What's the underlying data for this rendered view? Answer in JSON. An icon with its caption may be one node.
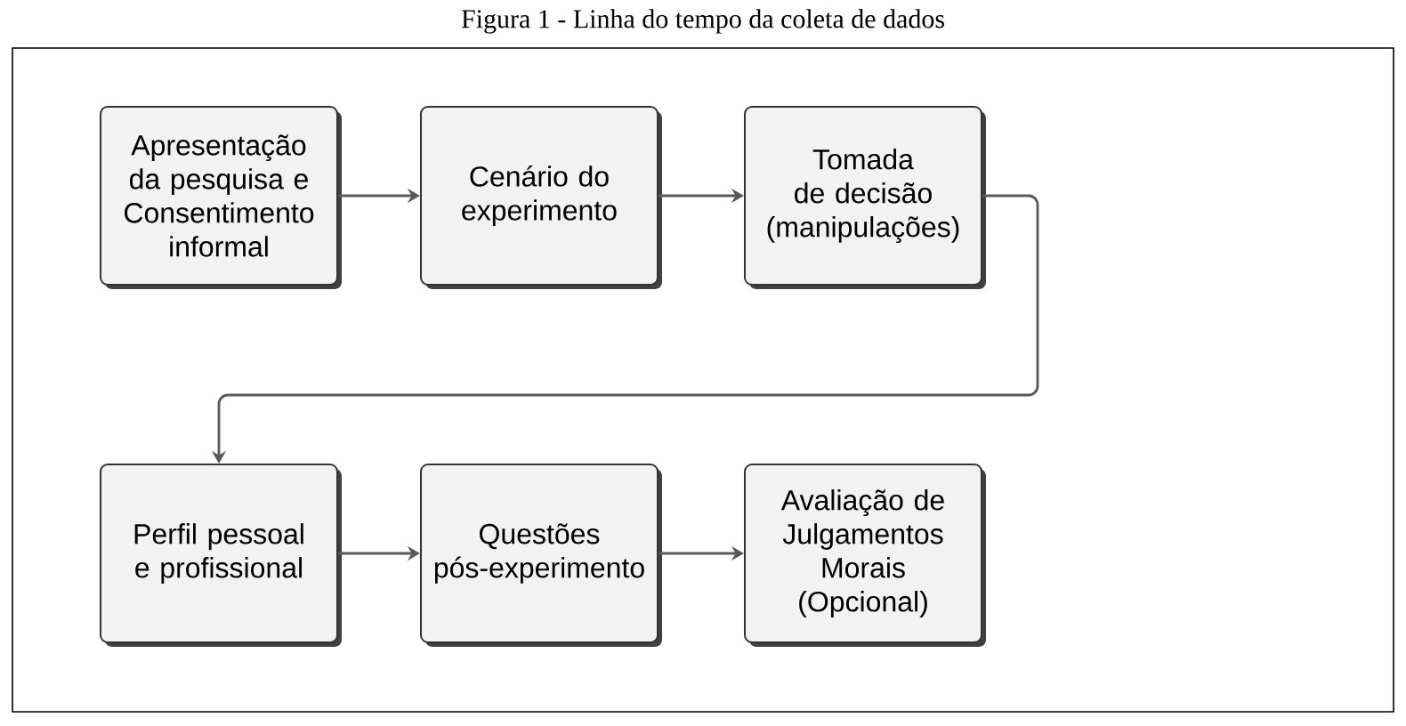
{
  "diagram": {
    "title": "Figura 1 - Linha do tempo da coleta de dados",
    "nodes": [
      {
        "text": [
          "Apresentação da pesquisa e Consentimento informal"
        ]
      },
      {
        "text": [
          "Cenário do experimento"
        ]
      },
      {
        "text": [
          "Tomada de decisão (manipulações)"
        ]
      },
      {
        "text": [
          "Perfil pessoal e profissional"
        ]
      },
      {
        "text": [
          "Questões pós-experimento"
        ]
      },
      {
        "text": [
          "Avaliação de Julgamentos Morais (Opcional)"
        ]
      }
    ],
    "edges": [
      {
        "from": 0,
        "to": 1,
        "arrow": "to"
      },
      {
        "from": 1,
        "to": 2,
        "arrow": "to"
      },
      {
        "from": 2,
        "to": 3,
        "arrow": "to"
      },
      {
        "from": 3,
        "to": 4,
        "arrow": "to"
      },
      {
        "from": 4,
        "to": 5,
        "arrow": "to"
      }
    ]
  }
}
